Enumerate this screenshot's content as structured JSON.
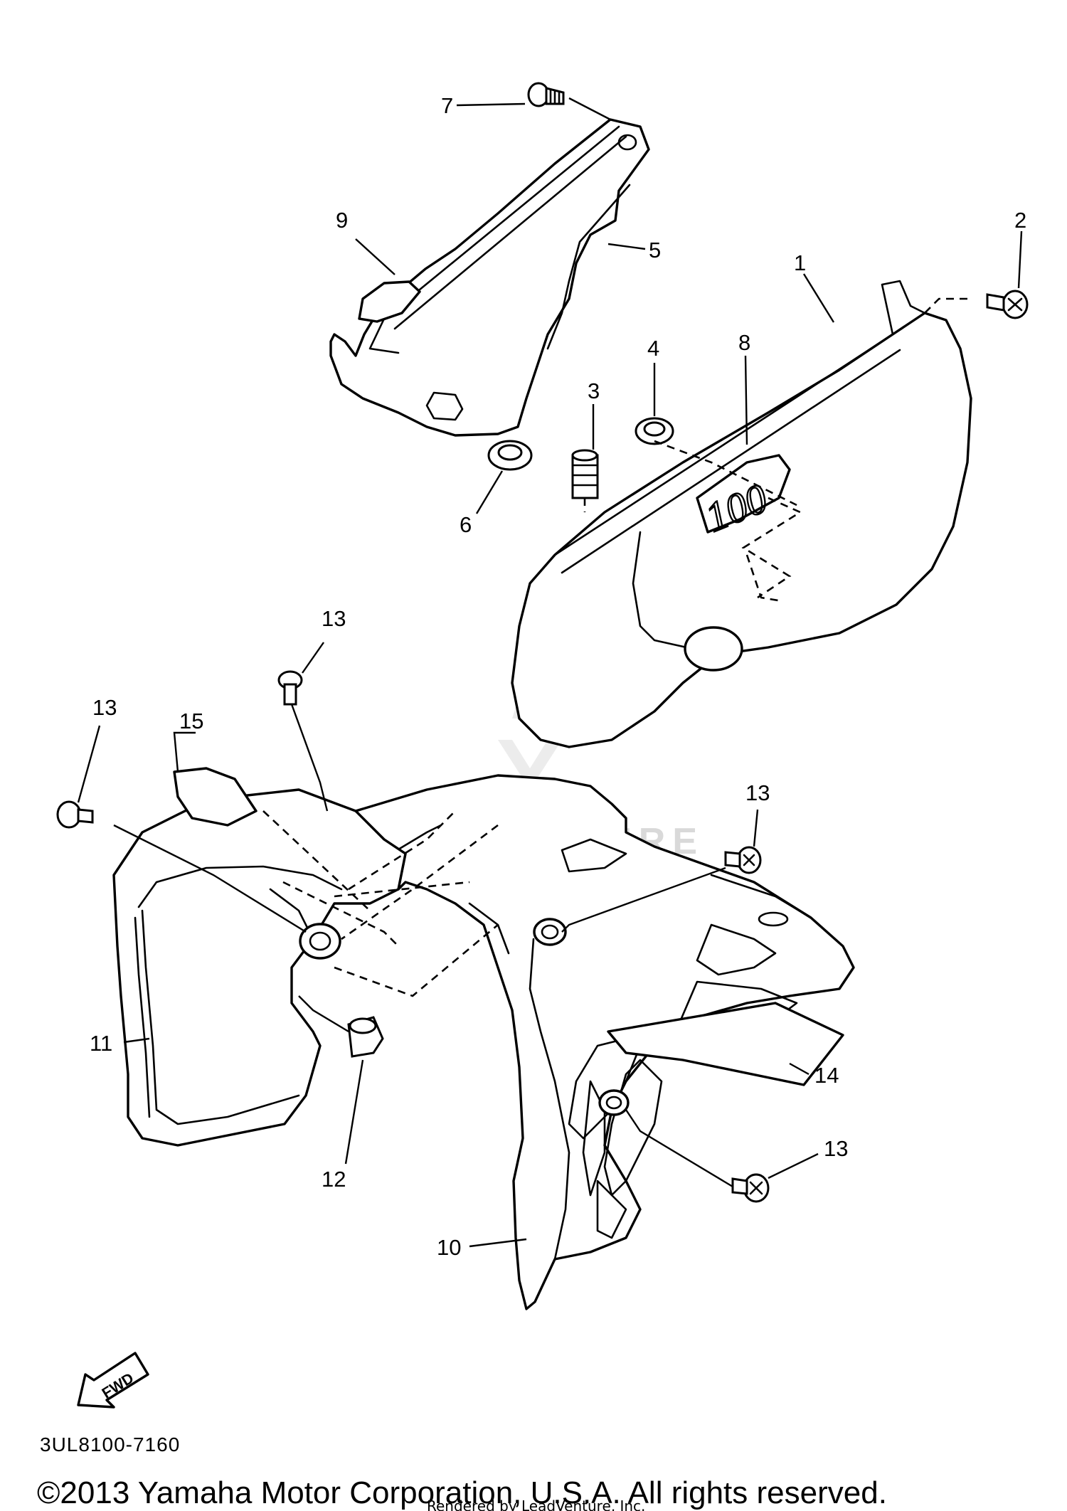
{
  "diagram": {
    "callouts": [
      {
        "id": "1",
        "label": "1"
      },
      {
        "id": "2",
        "label": "2"
      },
      {
        "id": "3",
        "label": "3"
      },
      {
        "id": "4",
        "label": "4"
      },
      {
        "id": "5",
        "label": "5"
      },
      {
        "id": "6",
        "label": "6"
      },
      {
        "id": "7",
        "label": "7"
      },
      {
        "id": "8",
        "label": "8"
      },
      {
        "id": "9",
        "label": "9"
      },
      {
        "id": "10",
        "label": "10"
      },
      {
        "id": "11",
        "label": "11"
      },
      {
        "id": "12",
        "label": "12"
      },
      {
        "id": "13",
        "label": "13"
      },
      {
        "id": "14",
        "label": "14"
      },
      {
        "id": "15",
        "label": "15"
      }
    ],
    "fwd_arrow_label": "FWD",
    "drawing_code": "3UL8100-7160",
    "watermark": "LEADVENTURE"
  },
  "footer": {
    "copyright": "©2013 Yamaha Motor Corporation, U.S.A. All rights reserved.",
    "rendered_by": "Rendered by LeadVenture, Inc."
  }
}
